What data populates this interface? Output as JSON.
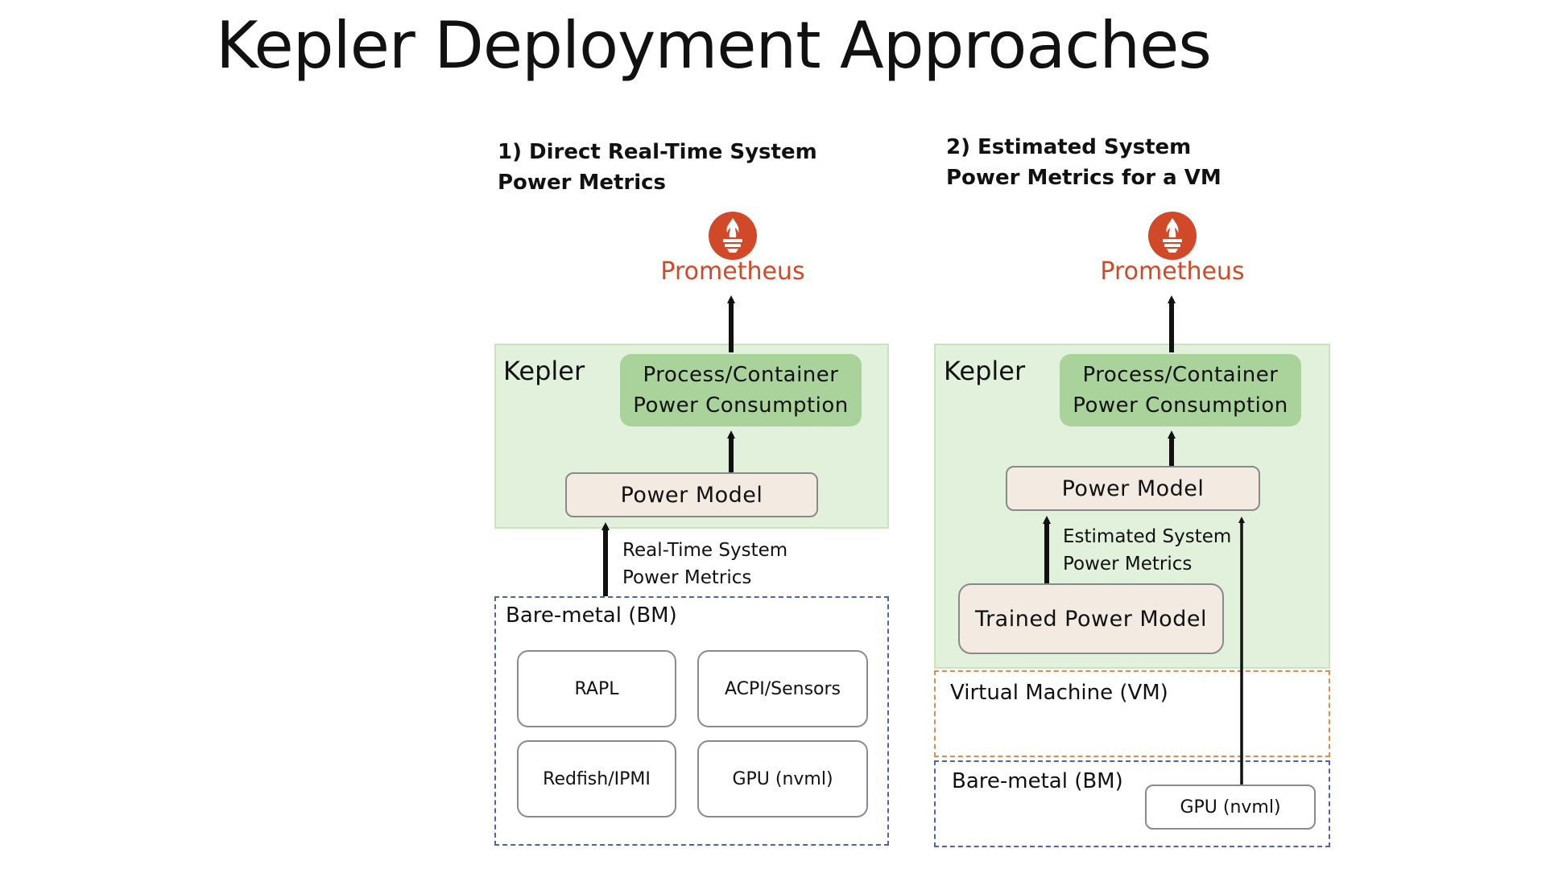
{
  "title": "Kepler Deployment Approaches",
  "icons": {
    "prometheus": "prometheus-torch-icon"
  },
  "colors": {
    "kepler_bg": "#e2f1dc",
    "pcpc_bg": "#a9d39b",
    "power_model_bg": "#f3ebe1",
    "prometheus": "#d04a2a",
    "bare_metal_border": "#4a64b8",
    "vm_border": "#e08a4c"
  },
  "left": {
    "heading_line1": "1) Direct Real-Time System",
    "heading_line2": "Power Metrics",
    "prometheus": "Prometheus",
    "kepler": "Kepler",
    "pcpc_line1": "Process/Container",
    "pcpc_line2": "Power Consumption",
    "power_model": "Power Model",
    "arrow_label_line1": "Real-Time System",
    "arrow_label_line2": "Power Metrics",
    "bare_metal": "Bare-metal (BM)",
    "sources": [
      "RAPL",
      "ACPI/Sensors",
      "Redfish/IPMI",
      "GPU (nvml)"
    ]
  },
  "right": {
    "heading_line1": "2) Estimated System",
    "heading_line2": "Power Metrics for a VM",
    "prometheus": "Prometheus",
    "kepler": "Kepler",
    "pcpc_line1": "Process/Container",
    "pcpc_line2": "Power Consumption",
    "power_model": "Power Model",
    "arrow_label_line1": "Estimated System",
    "arrow_label_line2": "Power Metrics",
    "trained_model": "Trained Power Model",
    "virtual_machine": "Virtual Machine (VM)",
    "bare_metal": "Bare-metal (BM)",
    "gpu": "GPU (nvml)"
  }
}
